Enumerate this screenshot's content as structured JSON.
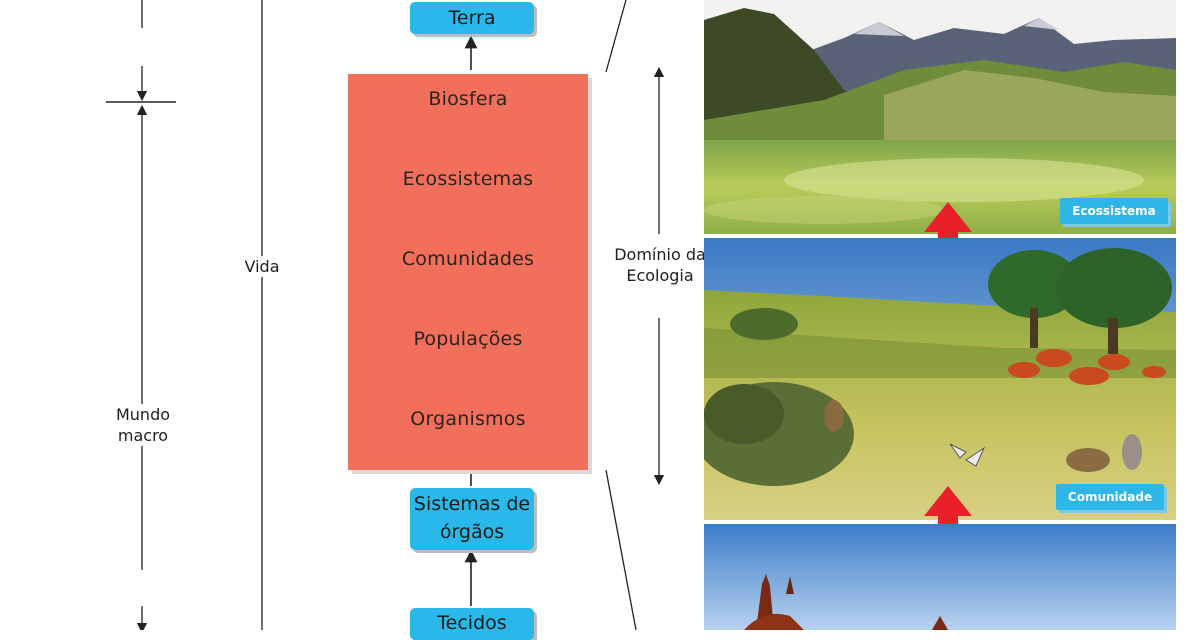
{
  "left_scale": {
    "vida_label": "Vida",
    "mundo_macro_label": "Mundo macro"
  },
  "hierarchy": {
    "top_level": "Terra",
    "ecology_levels": [
      "Biosfera",
      "Ecossistemas",
      "Comunidades",
      "Populações",
      "Organismos"
    ],
    "organ_systems": "Sistemas de órgãos",
    "tissues": "Tecidos"
  },
  "ecology_domain_label": "Domínio da Ecologia",
  "panels": {
    "ecosystem_tag": "Ecossistema",
    "community_tag": "Comunidade"
  },
  "colors": {
    "red_box": "#f26f5c",
    "blue_box": "#29b8ea",
    "tag": "#2fb6e8",
    "arrow_red": "#e8202a"
  }
}
